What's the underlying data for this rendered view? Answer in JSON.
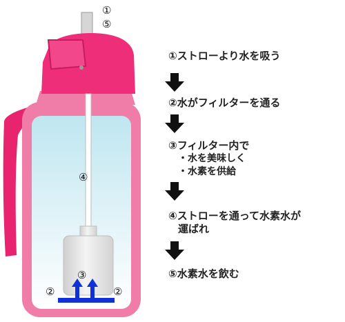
{
  "colors": {
    "cap": "#ee2e78",
    "bottle_outline": "#f07ca8",
    "handle": "#e8246e",
    "water_top": "#bfe6f0",
    "water_bottom": "#ffffff",
    "filter": "#e6e6e6",
    "flow": "#1030d8",
    "arrow": "#111111"
  },
  "markers": {
    "straw_top": [
      "①",
      "⑤"
    ],
    "straw_mid": "④",
    "filter": "③",
    "inlet_left": "②",
    "inlet_right": "②"
  },
  "steps": [
    {
      "text": "①ストローより水を吸う"
    },
    {
      "text": "②水がフィルターを通る"
    },
    {
      "text": "③フィルター内で",
      "sub": [
        "・水を美味しく",
        "・水素を供給"
      ]
    },
    {
      "text": "④ストローを通って水素水が",
      "text2": "運ばれ"
    },
    {
      "text": "⑤水素水を飲む"
    }
  ]
}
